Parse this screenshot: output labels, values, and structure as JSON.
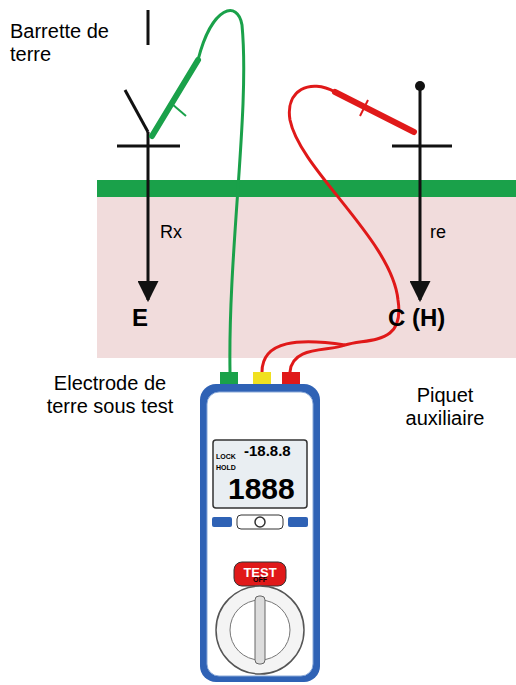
{
  "diagram": {
    "labels": [
      "Barrette de terre",
      "Rx",
      "E",
      "re",
      "C (H)",
      "Electrode de terre sous test",
      "Piquet auxiliaire",
      "LOCK",
      "-18.8.8",
      "HOLD",
      "1888",
      "TEST",
      "OFF"
    ]
  }
}
